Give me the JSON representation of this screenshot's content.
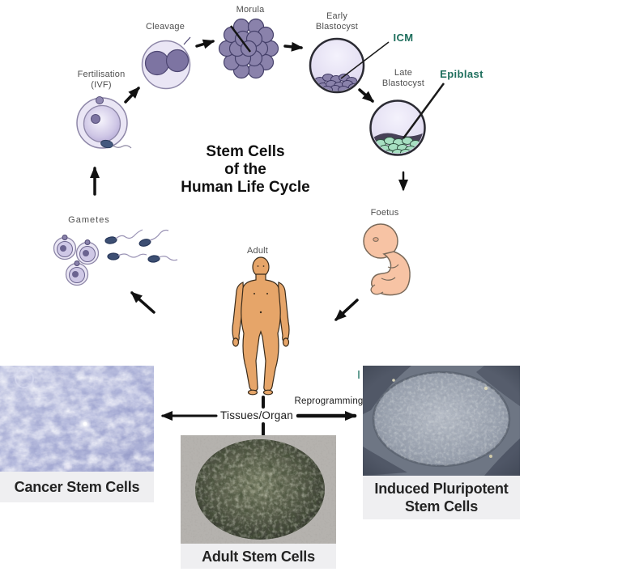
{
  "figure": {
    "title_line1": "Stem Cells",
    "title_line2": "of the",
    "title_line3": "Human Life Cycle"
  },
  "stages": {
    "fertilisation_line1": "Fertilisation",
    "fertilisation_line2": "(IVF)",
    "cleavage": "Cleavage",
    "morula": "Morula",
    "early_blastocyst_line1": "Early",
    "early_blastocyst_line2": "Blastocyst",
    "icm": "ICM",
    "late_blastocyst_line1": "Late",
    "late_blastocyst_line2": "Blastocyst",
    "epiblast": "Epiblast",
    "foetus": "Foetus",
    "adult": "Adult",
    "gametes": "Gametes"
  },
  "process": {
    "tissues_organ": "Tissues/Organ",
    "reprogramming": "Reprogramming"
  },
  "photos": {
    "cancer_caption": "Cancer Stem Cells",
    "adult_caption": "Adult Stem Cells",
    "ips_caption_line1": "Induced Pluripotent",
    "ips_caption_line2": "Stem Cells"
  },
  "colors": {
    "label_teal": "#1d6e5c",
    "stage_label_gray": "#4f4f4f",
    "cell_purple": "#8a82ab",
    "epiblast_green": "#a7e0c2",
    "skin_tone": "#e6a569",
    "foetus_peach": "#f7c3a4",
    "caption_bar_gray": "#efeff1",
    "arrow_black": "#111111"
  }
}
